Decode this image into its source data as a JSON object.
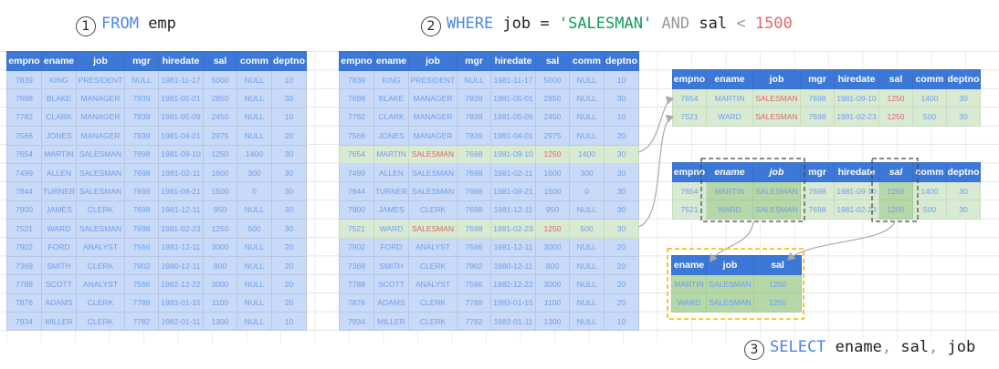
{
  "captions": {
    "step1": {
      "num": "1",
      "keyword": "FROM",
      "rest": " emp"
    },
    "step2": {
      "num": "2",
      "keyword": "WHERE",
      "col1": " job = ",
      "str": "'SALESMAN'",
      "and": " AND ",
      "col2": "sal ",
      "op": "<",
      "val": " 1500"
    },
    "step3": {
      "num": "3",
      "keyword": "SELECT",
      "col1": " ename",
      "c1": ",",
      "col2": " sal",
      "c2": ",",
      "col3": " job"
    }
  },
  "columns": [
    "empno",
    "ename",
    "job",
    "mgr",
    "hiredate",
    "sal",
    "comm",
    "deptno"
  ],
  "emp_rows": [
    [
      "7839",
      "KING",
      "PRESIDENT",
      "NULL",
      "1981-11-17",
      "5000",
      "NULL",
      "10"
    ],
    [
      "7698",
      "BLAKE",
      "MANAGER",
      "7839",
      "1981-05-01",
      "2850",
      "NULL",
      "30"
    ],
    [
      "7782",
      "CLARK",
      "MANAGER",
      "7839",
      "1981-05-09",
      "2450",
      "NULL",
      "10"
    ],
    [
      "7566",
      "JONES",
      "MANAGER",
      "7839",
      "1981-04-01",
      "2975",
      "NULL",
      "20"
    ],
    [
      "7654",
      "MARTIN",
      "SALESMAN",
      "7698",
      "1981-09-10",
      "1250",
      "1400",
      "30"
    ],
    [
      "7499",
      "ALLEN",
      "SALESMAN",
      "7698",
      "1981-02-11",
      "1600",
      "300",
      "30"
    ],
    [
      "7844",
      "TURNER",
      "SALESMAN",
      "7698",
      "1981-08-21",
      "1500",
      "0",
      "30"
    ],
    [
      "7900",
      "JAMES",
      "CLERK",
      "7698",
      "1981-12-11",
      "950",
      "NULL",
      "30"
    ],
    [
      "7521",
      "WARD",
      "SALESMAN",
      "7698",
      "1981-02-23",
      "1250",
      "500",
      "30"
    ],
    [
      "7902",
      "FORD",
      "ANALYST",
      "7566",
      "1981-12-11",
      "3000",
      "NULL",
      "20"
    ],
    [
      "7369",
      "SMITH",
      "CLERK",
      "7902",
      "1980-12-11",
      "800",
      "NULL",
      "20"
    ],
    [
      "7788",
      "SCOTT",
      "ANALYST",
      "7566",
      "1982-12-22",
      "3000",
      "NULL",
      "20"
    ],
    [
      "7876",
      "ADAMS",
      "CLERK",
      "7788",
      "1983-01-15",
      "1100",
      "NULL",
      "20"
    ],
    [
      "7934",
      "MILLER",
      "CLERK",
      "7782",
      "1982-01-11",
      "1300",
      "NULL",
      "10"
    ]
  ],
  "matched_row_indices": [
    4,
    8
  ],
  "filtered_rows": [
    [
      "7654",
      "MARTIN",
      "SALESMAN",
      "7698",
      "1981-09-10",
      "1250",
      "1400",
      "30"
    ],
    [
      "7521",
      "WARD",
      "SALESMAN",
      "7698",
      "1981-02-23",
      "1250",
      "500",
      "30"
    ]
  ],
  "selected_columns": [
    "ename",
    "job",
    "sal"
  ],
  "result_rows": [
    [
      "MARTIN",
      "SALESMAN",
      "1250"
    ],
    [
      "WARD",
      "SALESMAN",
      "1250"
    ]
  ],
  "colors": {
    "header": "#3c78d8",
    "table_body": "#c9daf8",
    "matched": "#d9ead3",
    "selected": "#b6d7a8",
    "highlight_text": "#e06666",
    "keyword": "#4a86e8",
    "string": "#0f9d58",
    "result_box": "#f6c026"
  }
}
